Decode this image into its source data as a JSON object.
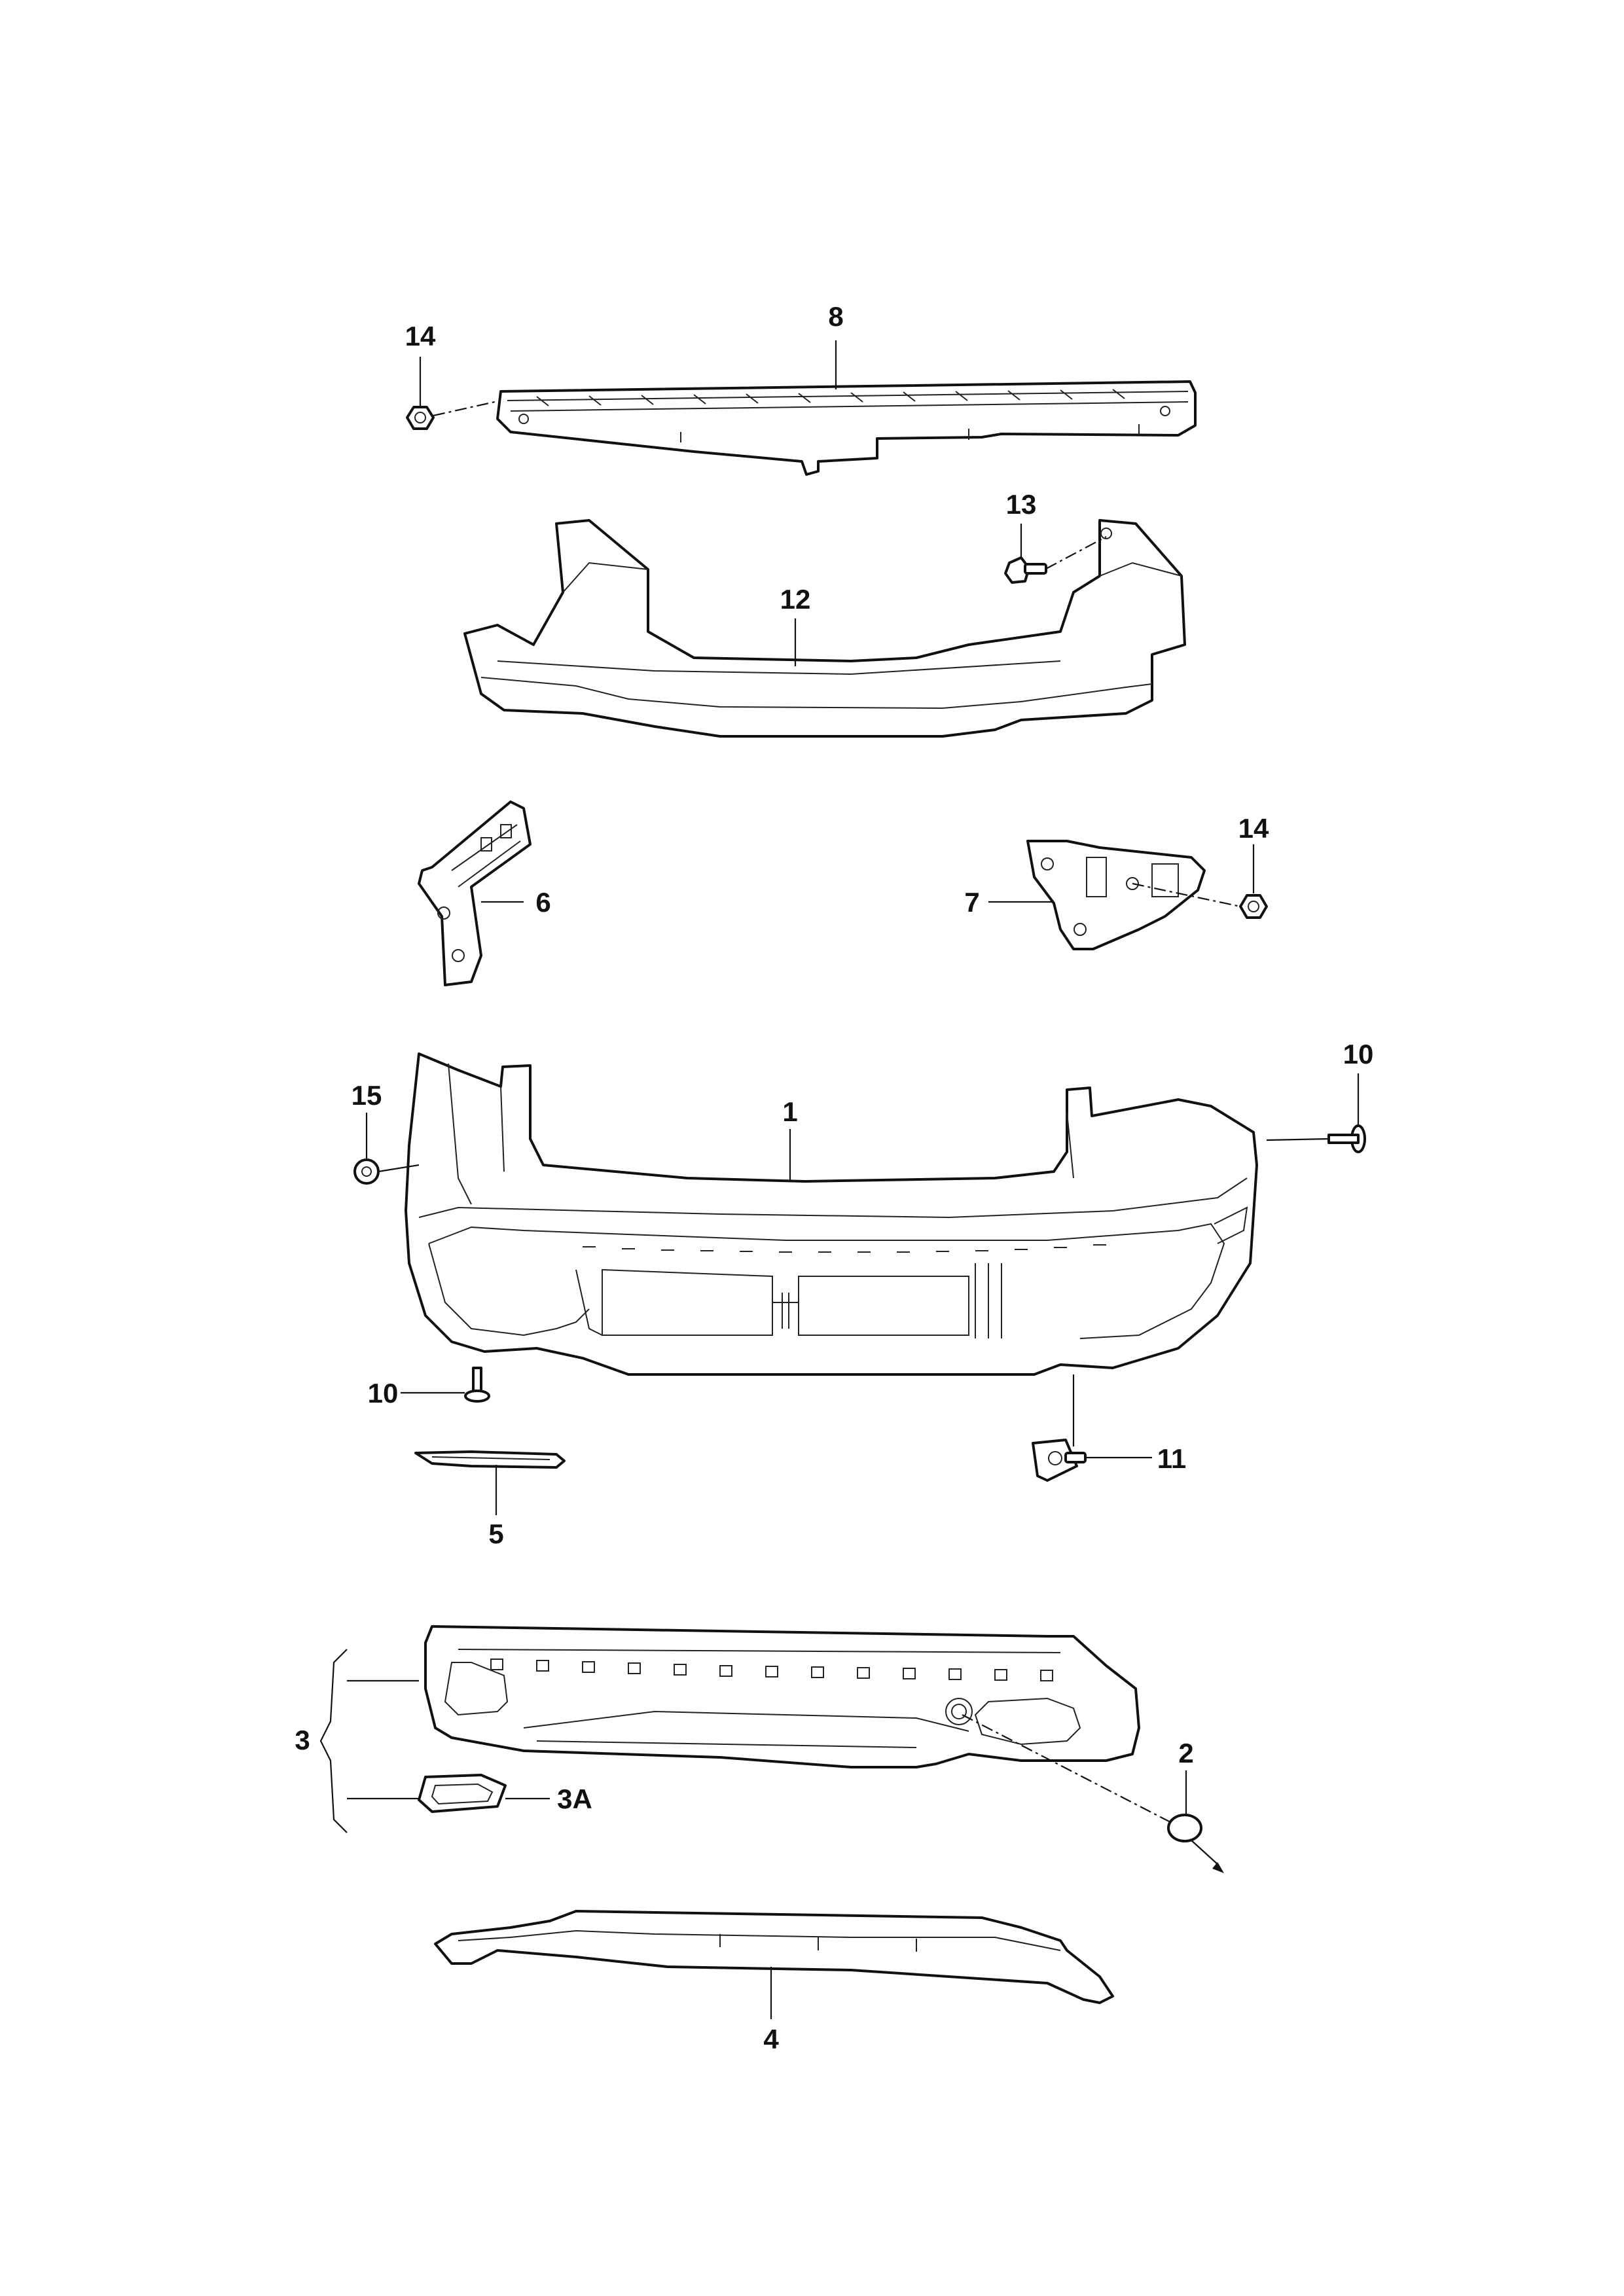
{
  "callouts": {
    "c1": "1",
    "c2": "2",
    "c3": "3",
    "c3a": "3A",
    "c4": "4",
    "c5": "5",
    "c6": "6",
    "c7": "7",
    "c8": "8",
    "c10a": "10",
    "c10b": "10",
    "c11": "11",
    "c12": "12",
    "c13": "13",
    "c14a": "14",
    "c14b": "14",
    "c15": "15"
  }
}
